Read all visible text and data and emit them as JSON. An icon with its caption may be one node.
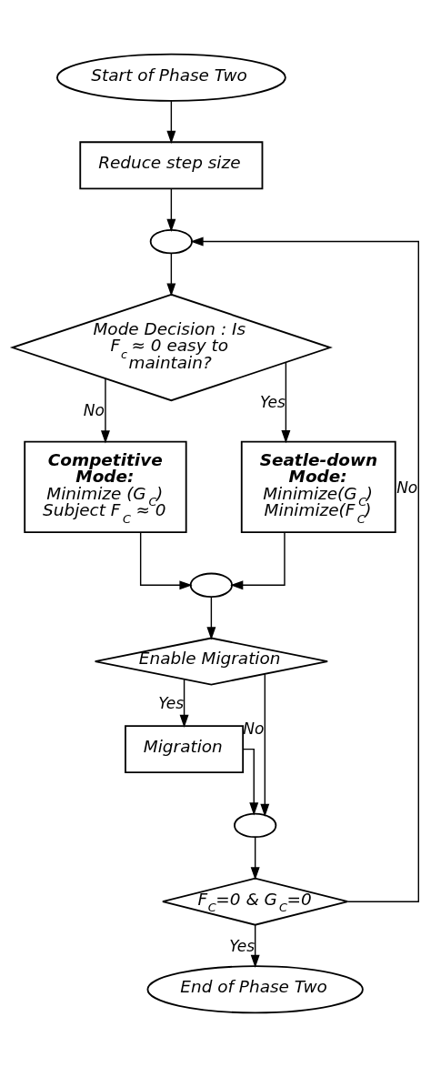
{
  "diagram": {
    "nodes": [
      {
        "text": [
          "Start of Phase Two"
        ]
      },
      {
        "text": [
          "Reduce step size"
        ]
      },
      {
        "text": [],
        "shape": "ellipse"
      },
      {
        "text": [
          "Mode Decision : Is F$_{c}$ ≈ 0 easy to maintain?"
        ]
      },
      {
        "text": [
          "Competitive Mode:",
          "Minimize (G$_{C}$) Subject F$_{C}$ ≈ 0"
        ]
      },
      {
        "text": [
          "Seatle-down Mode:",
          "Minimize(G$_{C}$) Minimize(F$_{C}$)"
        ]
      },
      {
        "text": [],
        "shape": "ellipse"
      },
      {
        "text": [
          "Enable Migration"
        ]
      },
      {
        "text": [
          "Migration"
        ]
      },
      {
        "text": [],
        "shape": "ellipse"
      },
      {
        "text": [
          "F$_{C}$=0 & G$_{C}$=0"
        ]
      },
      {
        "text": [
          "End of Phase Two"
        ]
      }
    ],
    "edges": [
      {
        "from": 0,
        "to": 1,
        "arrow": "to"
      },
      {
        "from": 1,
        "to": 2,
        "arrow": "to"
      },
      {
        "from": 2,
        "to": 3,
        "arrow": "to"
      },
      {
        "from": 3,
        "to": 4,
        "arrow": "to",
        "label": "No"
      },
      {
        "from": 3,
        "to": 5,
        "arrow": "to",
        "label": "Yes"
      },
      {
        "from": 4,
        "to": 6,
        "arrow": "to"
      },
      {
        "from": 5,
        "to": 6,
        "arrow": "to"
      },
      {
        "from": 6,
        "to": 7,
        "arrow": "to"
      },
      {
        "from": 7,
        "to": 8,
        "arrow": "to",
        "label": "Yes"
      },
      {
        "from": 7,
        "to": 9,
        "arrow": "to",
        "label": "No"
      },
      {
        "from": 8,
        "to": 9,
        "arrow": "to"
      },
      {
        "from": 9,
        "to": 10,
        "arrow": "to"
      },
      {
        "from": 10,
        "to": 11,
        "arrow": "to",
        "label": "Yes"
      },
      {
        "from": 10,
        "to": 2,
        "arrow": "to",
        "label": "No"
      }
    ]
  }
}
